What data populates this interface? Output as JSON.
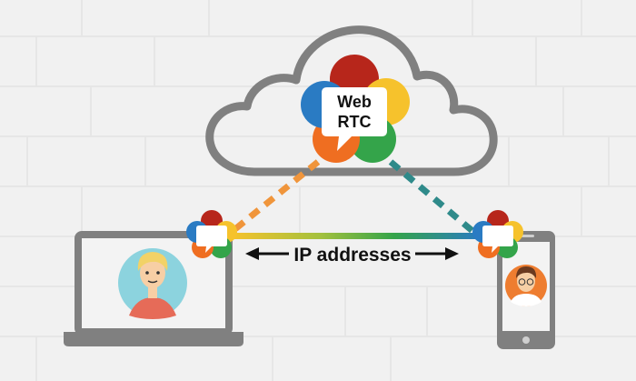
{
  "cloud": {
    "logo_text_line1": "Web",
    "logo_text_line2": "RTC"
  },
  "connection": {
    "label": "IP addresses"
  },
  "colors": {
    "background": "#f1f1f1",
    "brick_line": "#e5e5e5",
    "outline": "#808080",
    "logo_red": "#b7261b",
    "logo_yellow": "#f6c22c",
    "logo_green": "#34a44a",
    "logo_orange": "#ef6e21",
    "logo_blue": "#2a7bc3",
    "dash_left": "#f0953b",
    "dash_right": "#2f8a8a",
    "screen_fill": "#f3f3f3",
    "laptop_avatar_bg": "#8cd3de",
    "phone_avatar_bg": "#ee7d30"
  },
  "icons": [
    "webrtc-logo",
    "laptop-icon",
    "smartphone-icon",
    "user-avatar-icon",
    "double-arrow-icon"
  ]
}
